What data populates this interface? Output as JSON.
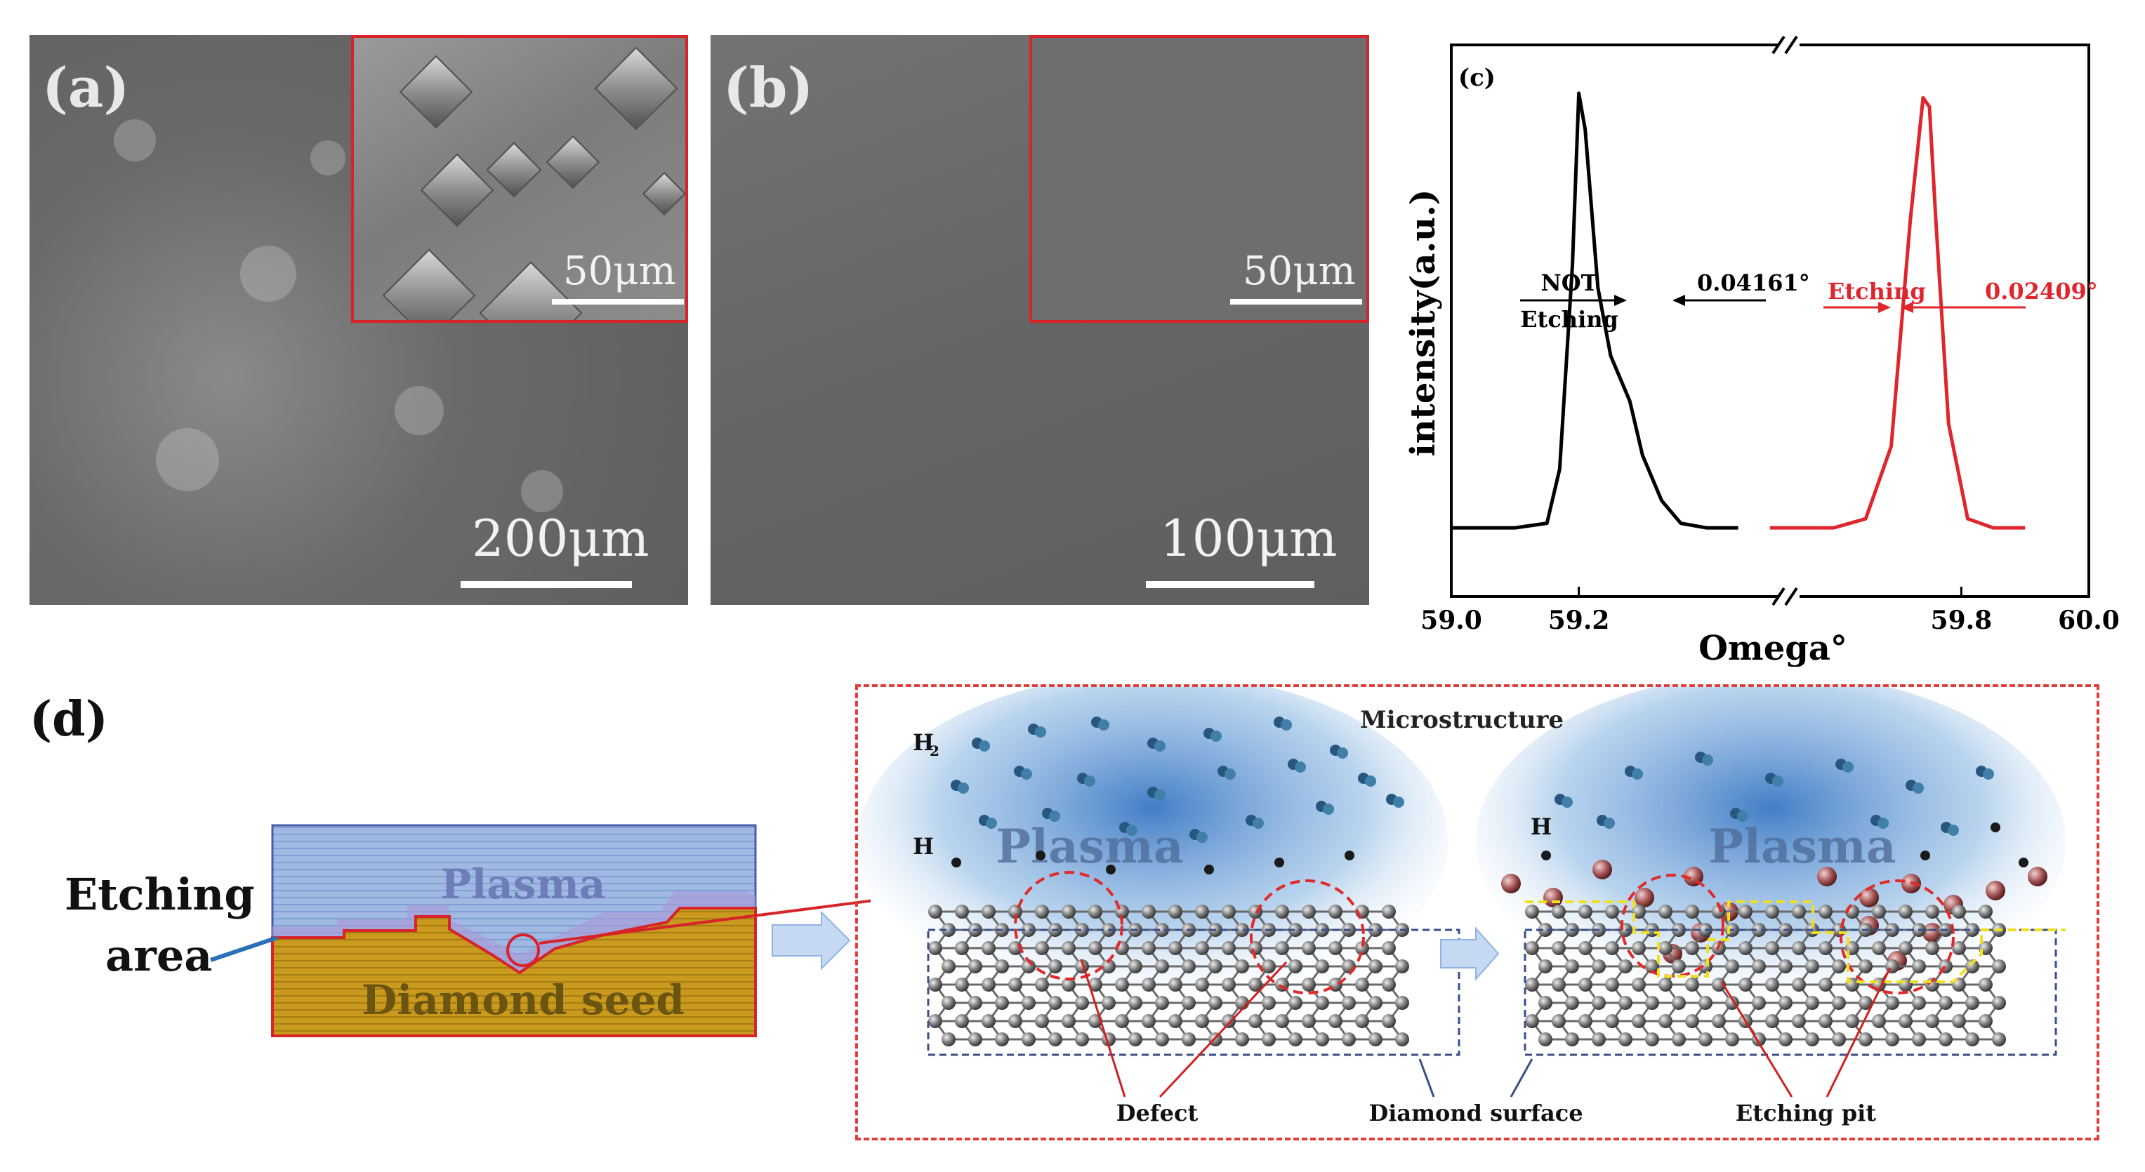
{
  "panel_a": {
    "label": "(a)",
    "scale": "200μm",
    "inset_scale": "50μm"
  },
  "panel_b": {
    "label": "(b)",
    "scale": "100μm",
    "inset_scale": "50μm"
  },
  "panel_c": {
    "label": "(c)",
    "colors": {
      "not_etching": "#000000",
      "etching": "#e0262d"
    },
    "chart_data": {
      "type": "line",
      "title": "",
      "xlabel": "Omega°",
      "ylabel": "intensity(a.u.)",
      "xlim": [
        59.0,
        60.0
      ],
      "x_ticks": [
        "59.0",
        "59.2",
        "59.8",
        "60.0"
      ],
      "axis_break": [
        59.45,
        59.5
      ],
      "series": [
        {
          "name": "NOT Etching",
          "color": "#000000",
          "fwhm_label": "0.04161°",
          "x": [
            59.0,
            59.1,
            59.15,
            59.17,
            59.19,
            59.2,
            59.21,
            59.23,
            59.25,
            59.28,
            59.3,
            59.33,
            59.36,
            59.4,
            59.45
          ],
          "y": [
            0.02,
            0.02,
            0.03,
            0.15,
            0.6,
            0.98,
            0.9,
            0.55,
            0.4,
            0.3,
            0.18,
            0.08,
            0.03,
            0.02,
            0.02
          ]
        },
        {
          "name": "Etching",
          "color": "#e0262d",
          "fwhm_label": "0.02409°",
          "x": [
            59.5,
            59.6,
            59.65,
            59.69,
            59.72,
            59.74,
            59.75,
            59.76,
            59.78,
            59.81,
            59.85,
            59.9
          ],
          "y": [
            0.02,
            0.02,
            0.04,
            0.2,
            0.7,
            0.97,
            0.95,
            0.7,
            0.25,
            0.04,
            0.02,
            0.02
          ]
        }
      ],
      "annotations": [
        "NOT",
        "Etching",
        "0.04161°",
        "Etching",
        "0.02409°"
      ]
    }
  },
  "panel_d": {
    "label": "(d)",
    "left_caption_line1": "Etching",
    "left_caption_line2": "area",
    "plasma_label": "Plasma",
    "seed_label": "Diamond seed",
    "microstructure_title": "Microstructure",
    "h2_label": "H",
    "h2_sub": "2",
    "h_label": "H",
    "plasma_left": "Plasma",
    "plasma_right": "Plasma",
    "defect_label": "Defect",
    "surface_label": "Diamond surface",
    "pit_label": "Etching pit"
  }
}
